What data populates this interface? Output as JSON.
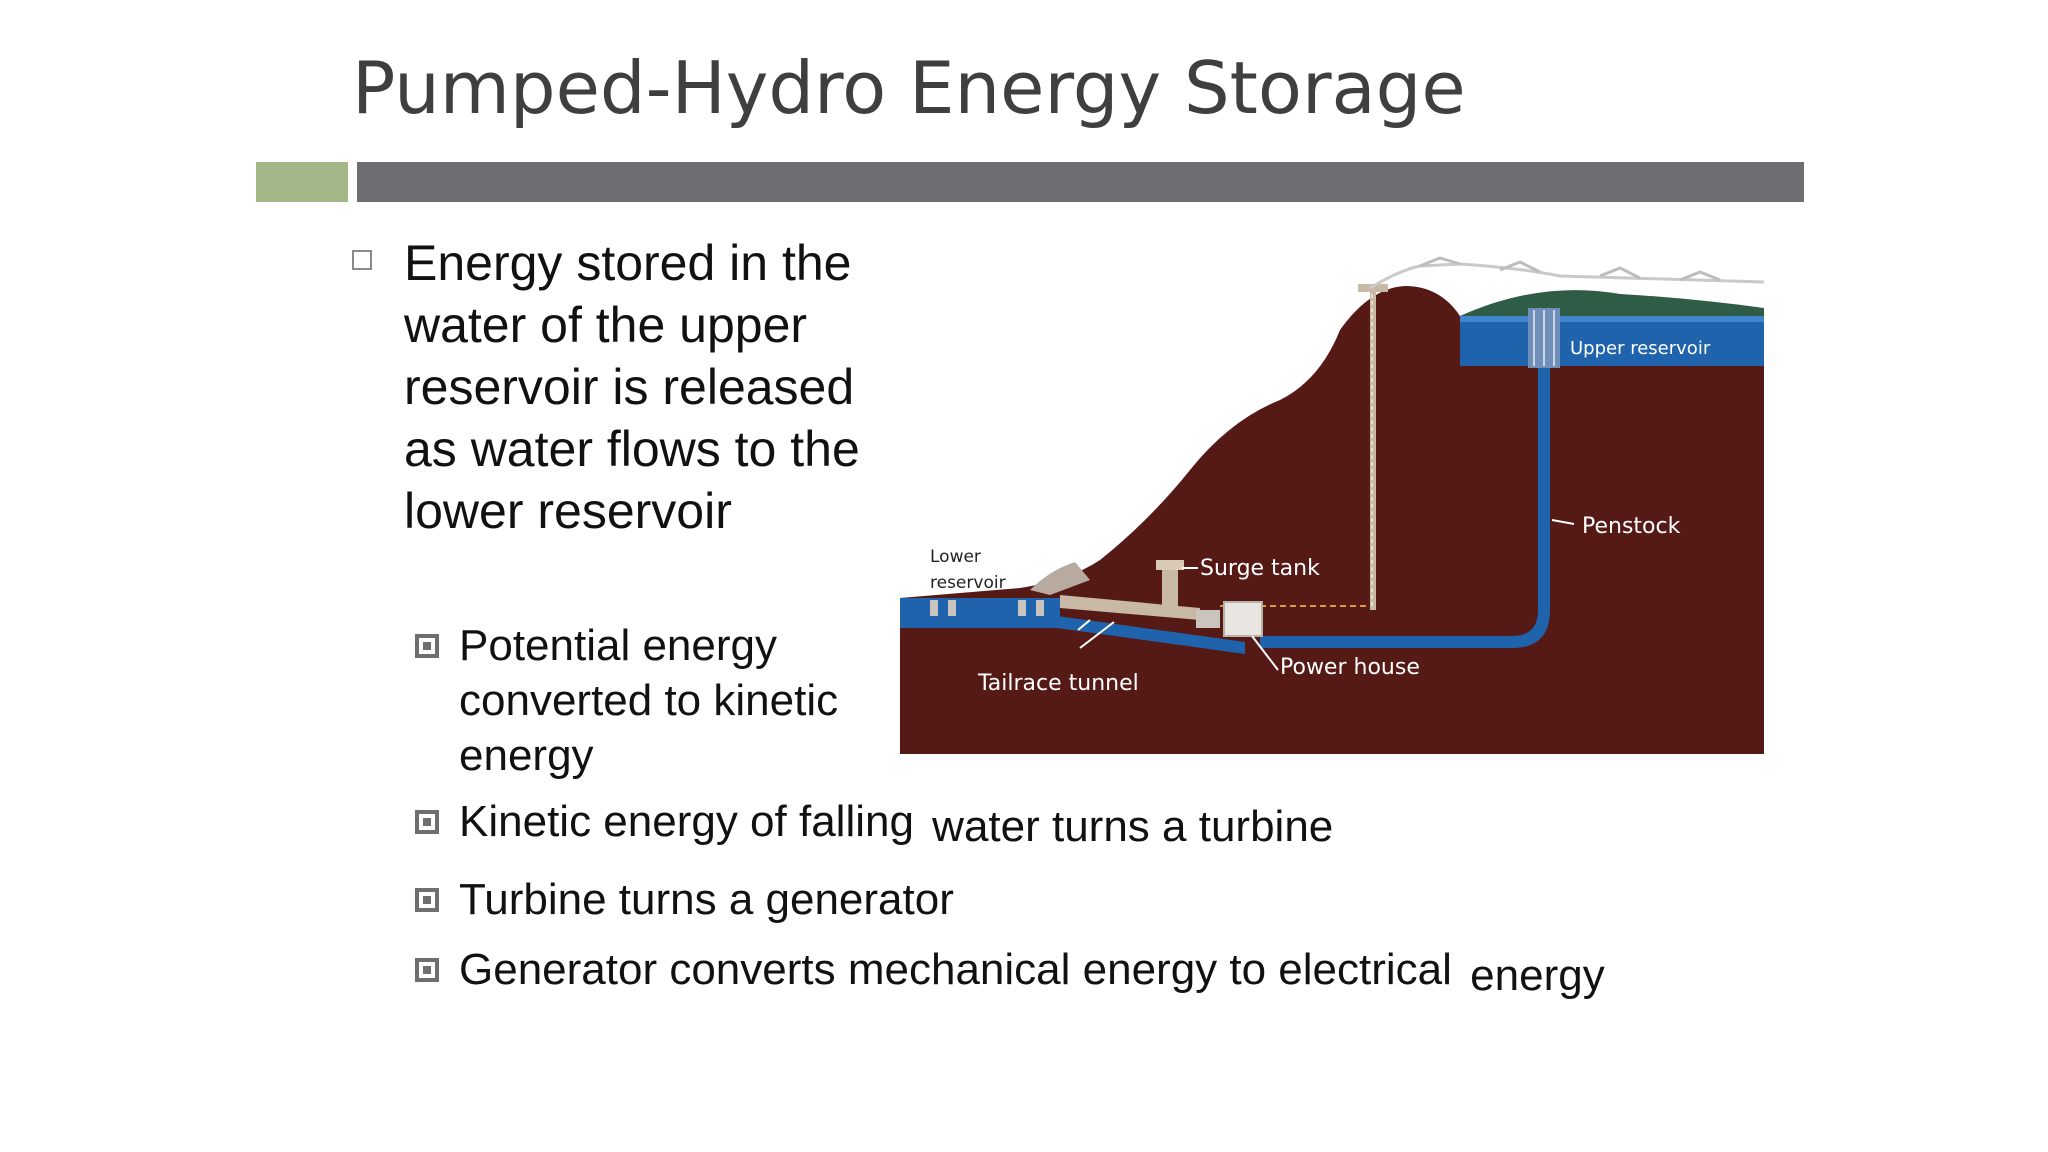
{
  "title": "Pumped-Hydro Energy Storage",
  "colors": {
    "accent_band": "#a4b788",
    "main_band": "#6e6e73",
    "earth": "#561a16",
    "water": "#1f63ad",
    "sky": "#ffffff"
  },
  "bullet": {
    "text": "Energy stored in the water of the upper reservoir is released as water flows to the lower reservoir"
  },
  "sub_bullets": [
    {
      "text": "Potential energy converted to kinetic energy"
    },
    {
      "text_a": "Kinetic energy of falling",
      "text_b": "water turns a turbine"
    },
    {
      "text": "Turbine turns a generator"
    },
    {
      "text_a": "Generator converts mechanical energy to electrical",
      "text_b": "energy"
    }
  ],
  "diagram": {
    "labels": {
      "upper_reservoir": "Upper reservoir",
      "penstock": "Penstock",
      "surge_tank": "Surge tank",
      "lower_reservoir_1": "Lower",
      "lower_reservoir_2": "reservoir",
      "power_house": "Power house",
      "tailrace_tunnel": "Tailrace tunnel"
    }
  }
}
